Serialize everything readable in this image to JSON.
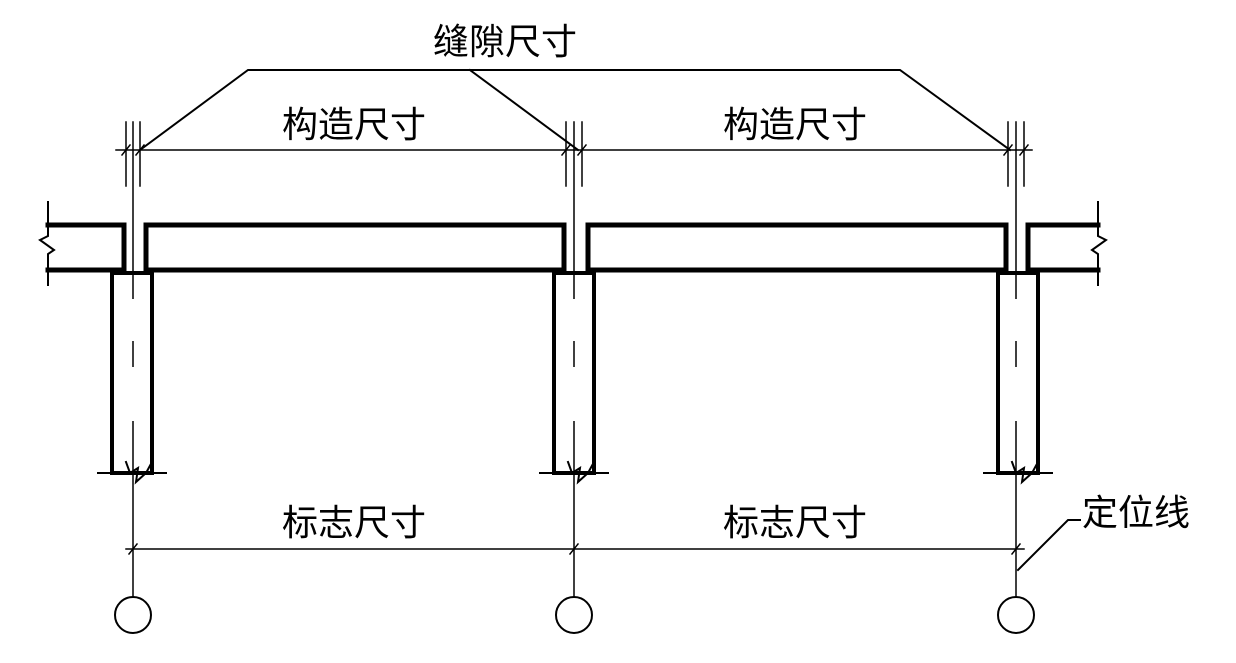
{
  "labels": {
    "gap": "缝隙尺寸",
    "construction": "构造尺寸",
    "nominal": "标志尺寸",
    "axis_line": "定位线"
  },
  "colors": {
    "line": "#000000",
    "background": "#ffffff"
  }
}
